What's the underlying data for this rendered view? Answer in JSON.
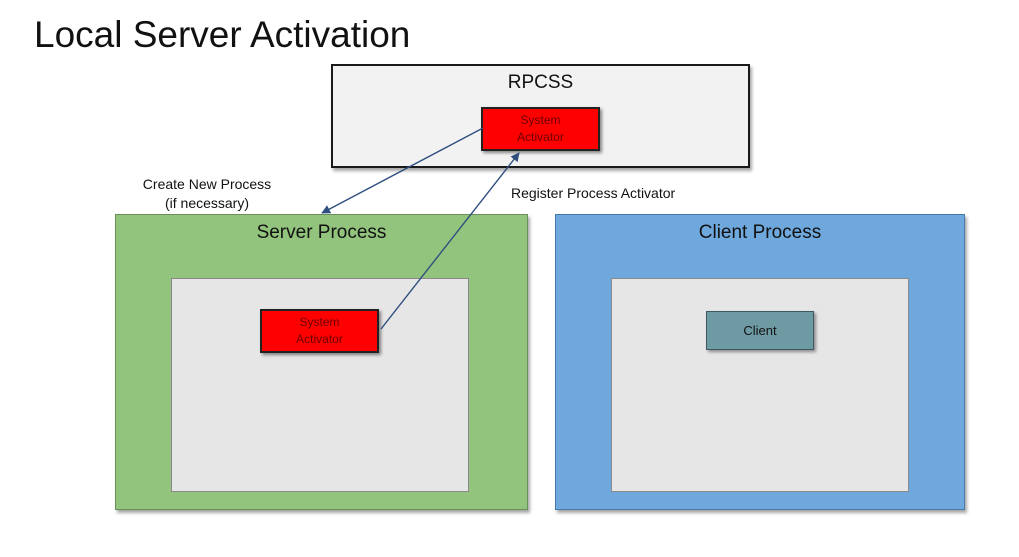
{
  "title": "Local Server Activation",
  "rpcss": {
    "label": "RPCSS",
    "system_activator": {
      "line1": "System",
      "line2": "Activator"
    }
  },
  "server_process": {
    "label": "Server Process",
    "system_activator": {
      "line1": "System",
      "line2": "Activator"
    }
  },
  "client_process": {
    "label": "Client Process",
    "client_label": "Client"
  },
  "annotations": {
    "create_line1": "Create New Process",
    "create_line2": "(if necessary)",
    "register": "Register Process Activator"
  },
  "colors": {
    "server_fill": "#93c47d",
    "client_fill": "#6fa8dc",
    "activator_fill": "#ff0000",
    "client_box_fill": "#6e9aa4",
    "inner_fill": "#e6e6e6",
    "arrow": "#2f4f7f"
  }
}
